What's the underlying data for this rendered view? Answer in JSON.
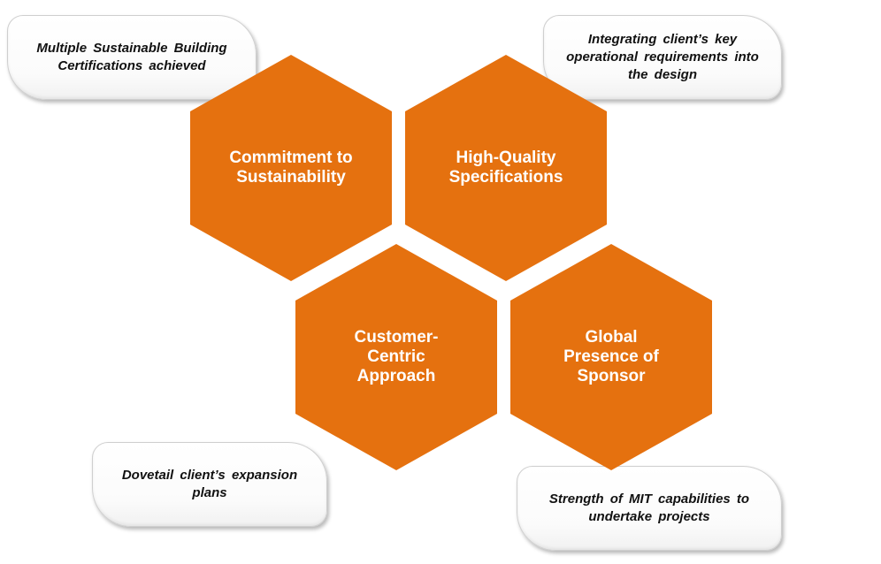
{
  "colors": {
    "hexagon_fill": "#e5710f",
    "callout_border": "#cfcfcf",
    "text_dark": "#111111",
    "text_light": "#ffffff"
  },
  "hexagons": [
    {
      "label": "Commitment to Sustainability"
    },
    {
      "label": "High-Quality Specifications"
    },
    {
      "label": "Customer-Centric Approach"
    },
    {
      "label": "Global Presence of Sponsor"
    }
  ],
  "callouts": [
    {
      "text": "Multiple Sustainable Building Certifications achieved"
    },
    {
      "text": "Integrating client’s key operational requirements into the design"
    },
    {
      "text": "Dovetail client’s expansion plans"
    },
    {
      "text": "Strength of MIT capabilities to undertake projects"
    }
  ]
}
